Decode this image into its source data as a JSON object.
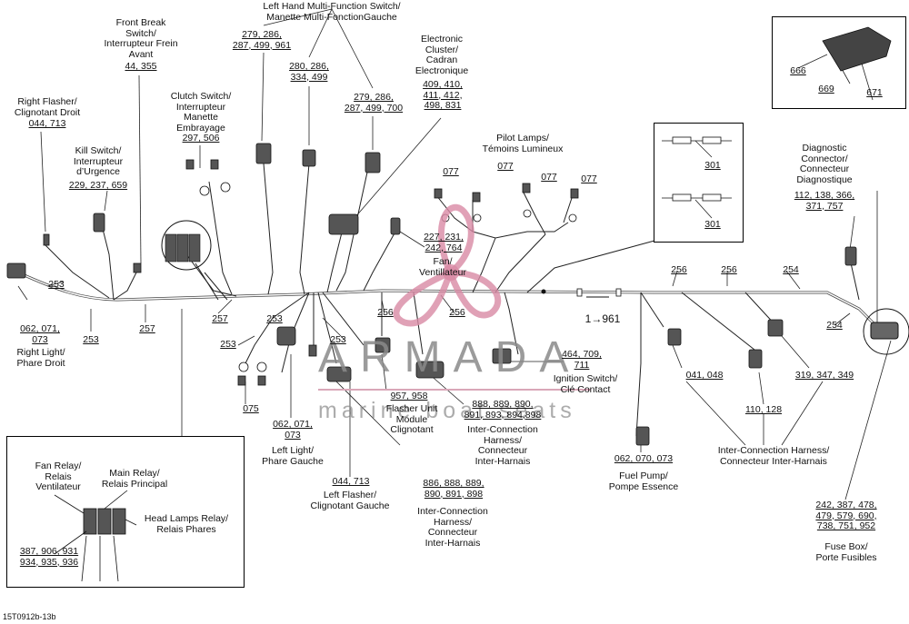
{
  "diagram": {
    "reference": "15T0912b-13b",
    "callout_961": "1→961",
    "components": [
      {
        "key": "front_brake",
        "label": [
          "Front Break",
          "Switch/",
          "Interrupteur Frein",
          "Avant"
        ],
        "parts": [
          "44, 355"
        ]
      },
      {
        "key": "lh_switch",
        "label": [
          "Left Hand  Multi-Function Switch/",
          "Manette Multi-FonctionGauche"
        ],
        "parts": []
      },
      {
        "key": "lh_parts_a",
        "label": [],
        "parts": [
          "279, 286,",
          "287, 499, 961"
        ]
      },
      {
        "key": "lh_parts_b",
        "label": [],
        "parts": [
          "280, 286,",
          "334, 499"
        ]
      },
      {
        "key": "lh_parts_c",
        "label": [],
        "parts": [
          "279, 286,",
          "287, 499, 700"
        ]
      },
      {
        "key": "cluster",
        "label": [
          "Electronic",
          "Cluster/",
          "Cadran",
          "Electronique"
        ],
        "parts": [
          "409, 410,",
          "411, 412,",
          "498, 831"
        ]
      },
      {
        "key": "right_flasher",
        "label": [
          "Right Flasher/",
          "Clignotant Droit"
        ],
        "parts": [
          "044, 713"
        ]
      },
      {
        "key": "kill_switch",
        "label": [
          "Kill Switch/",
          "Interrupteur",
          "d’Urgence"
        ],
        "parts": [
          "229, 237, 659"
        ]
      },
      {
        "key": "clutch",
        "label": [
          "Clutch Switch/",
          "Interrupteur",
          "Manette",
          "Embrayage"
        ],
        "parts": [
          "297, 506"
        ]
      },
      {
        "key": "pilot_lamps",
        "label": [
          "Pilot Lamps/",
          "Témoins Lumineux"
        ],
        "parts": []
      },
      {
        "key": "diag",
        "label": [
          "Diagnostic",
          "Connector/",
          "Connecteur",
          "Diagnostique"
        ],
        "parts": [
          "112, 138, 366,",
          "371, 757"
        ]
      },
      {
        "key": "fan",
        "label": [
          "Fan/",
          "Ventillateur"
        ],
        "parts": [
          "227, 231,",
          "242, 764"
        ]
      },
      {
        "key": "right_light",
        "label": [
          "Right Light/",
          "Phare Droit"
        ],
        "parts": [
          "062, 071,",
          "073"
        ]
      },
      {
        "key": "ignition",
        "label": [
          "Ignition Switch/",
          "Clé Contact"
        ],
        "parts": [
          "464, 709,",
          "711"
        ]
      },
      {
        "key": "flasher_unit",
        "label": [
          "Flasher Unit",
          "Module",
          "Clignotant"
        ],
        "parts": [
          "957, 958"
        ]
      },
      {
        "key": "ich_mid",
        "label": [
          "Inter-Connection",
          "Harness/",
          "Connecteur",
          "Inter-Harnais"
        ],
        "parts": [
          "888, 889, 890,",
          "891, 893, 894,898"
        ]
      },
      {
        "key": "left_light",
        "label": [
          "Left Light/",
          "Phare Gauche"
        ],
        "parts": [
          "062, 071,",
          "073"
        ]
      },
      {
        "key": "left_flasher",
        "label": [
          "Left Flasher/",
          "Clignotant Gauche"
        ],
        "parts": [
          "044, 713"
        ]
      },
      {
        "key": "ich_low",
        "label": [
          "Inter-Connection",
          "Harness/",
          "Connecteur",
          "Inter-Harnais"
        ],
        "parts": [
          "886, 888, 889,",
          "890, 891, 898"
        ]
      },
      {
        "key": "fuel_pump",
        "label": [
          "Fuel Pump/",
          "Pompe Essence"
        ],
        "parts": [
          "062, 070, 073"
        ]
      },
      {
        "key": "ich_right",
        "label": [
          "Inter-Connection Harness/",
          "Connecteur Inter-Harnais"
        ],
        "parts": []
      },
      {
        "key": "fuse_box",
        "label": [
          "Fuse Box/",
          "Porte Fusibles"
        ],
        "parts": [
          "242, 387, 478,",
          "479, 579, 690,",
          "738, 751, 952"
        ]
      },
      {
        "key": "relays",
        "label": [],
        "parts": []
      }
    ],
    "relay_box": {
      "fan_relay": [
        "Fan Relay/",
        "Relais",
        "Ventilateur"
      ],
      "main_relay": [
        "Main Relay/",
        "Relais Principal"
      ],
      "head_relay": [
        "Head Lamps Relay/",
        "Relais Phares"
      ],
      "parts": [
        "387, 906, 931",
        "934, 935, 936"
      ]
    },
    "small_numbers": {
      "n077": "077",
      "n075": "075",
      "n253": "253",
      "n257": "257",
      "n256": "256",
      "n254": "254",
      "n301": "301",
      "n666": "666",
      "n669": "669",
      "n671": "671",
      "n041": "041, 048",
      "n110": "110, 128",
      "n319": "319, 347, 349"
    }
  },
  "watermark": {
    "logo": "ARMADA",
    "subtitle": "marine boat seats"
  }
}
